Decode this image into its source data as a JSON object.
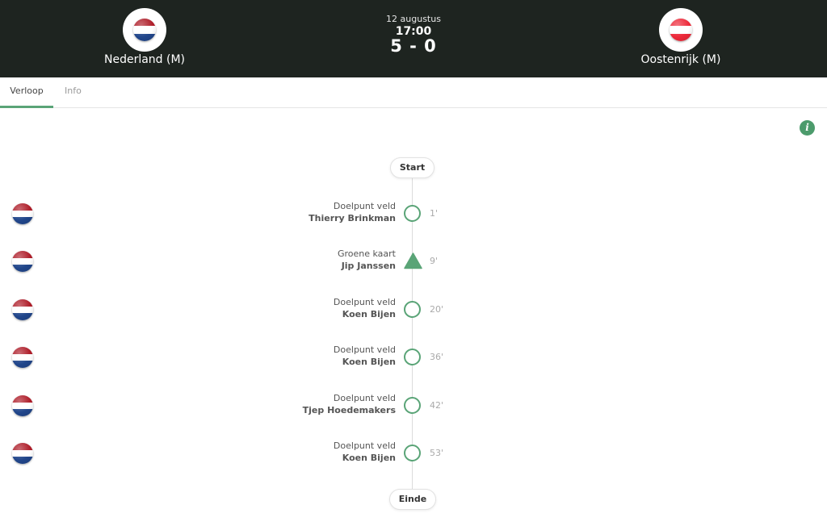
{
  "match": {
    "date": "12 augustus",
    "time": "17:00",
    "score": "5 - 0",
    "home": {
      "name": "Nederland (M)",
      "flag_colors": [
        "#ae1c28",
        "#ffffff",
        "#21468b"
      ]
    },
    "away": {
      "name": "Oostenrijk (M)",
      "flag_colors": [
        "#ed2939",
        "#ffffff",
        "#ed2939"
      ]
    }
  },
  "tabs": [
    {
      "label": "Verloop",
      "active": true
    },
    {
      "label": "Info",
      "active": false
    }
  ],
  "info_icon": "info-icon",
  "timeline": {
    "start_label": "Start",
    "end_label": "Einde",
    "accent_color": "#5aa477",
    "events": [
      {
        "type": "Doelpunt veld",
        "player": "Thierry Brinkman",
        "minute": "1'",
        "marker": "goal",
        "team": "home"
      },
      {
        "type": "Groene kaart",
        "player": "Jip Janssen",
        "minute": "9'",
        "marker": "green-card",
        "team": "home"
      },
      {
        "type": "Doelpunt veld",
        "player": "Koen Bijen",
        "minute": "20'",
        "marker": "goal",
        "team": "home"
      },
      {
        "type": "Doelpunt veld",
        "player": "Koen Bijen",
        "minute": "36'",
        "marker": "goal",
        "team": "home"
      },
      {
        "type": "Doelpunt veld",
        "player": "Tjep Hoedemakers",
        "minute": "42'",
        "marker": "goal",
        "team": "home"
      },
      {
        "type": "Doelpunt veld",
        "player": "Koen Bijen",
        "minute": "53'",
        "marker": "goal",
        "team": "home"
      }
    ]
  }
}
